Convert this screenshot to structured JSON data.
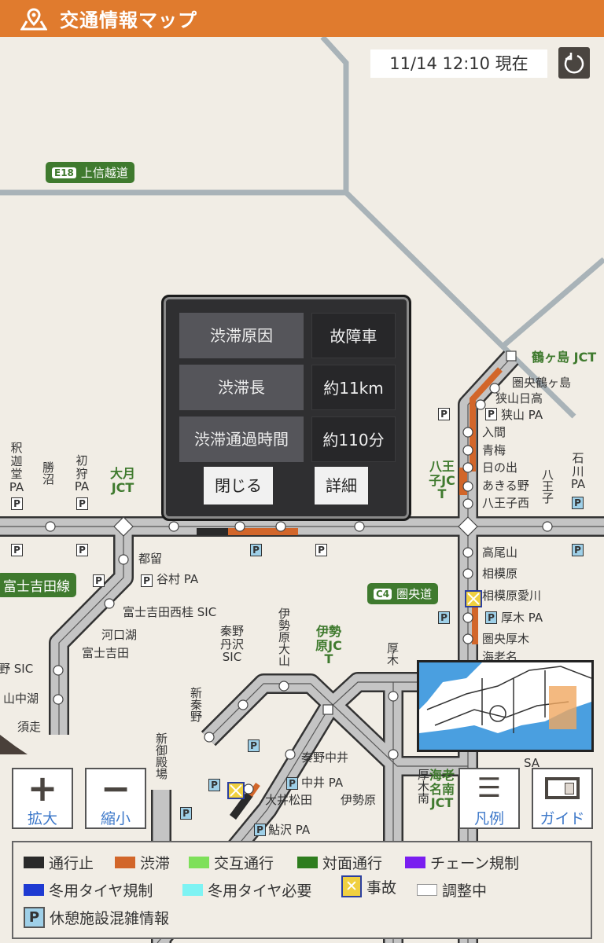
{
  "header": {
    "title": "交通情報マップ",
    "icon": "map-pin-icon"
  },
  "timestamp": "11/14 12:10 現在",
  "refresh_icon": "refresh-icon",
  "popup": {
    "rows": [
      {
        "key": "渋滞原因",
        "value": "故障車"
      },
      {
        "key": "渋滞長",
        "value": "約11km"
      },
      {
        "key": "渋滞通過時間",
        "value": "約110分"
      }
    ],
    "close_label": "閉じる",
    "detail_label": "詳細"
  },
  "road_tags": [
    {
      "code": "E18",
      "name": "上信越道"
    },
    {
      "code": "C4",
      "name": "圏央道"
    },
    {
      "code": "",
      "name": "富士吉田線"
    }
  ],
  "map": {
    "labels": [
      "鶴ヶ島 JCT",
      "圏央鶴ヶ島",
      "狭山日高",
      "狭山 PA",
      "入間",
      "青梅",
      "日の出",
      "あきる野",
      "八王子西",
      "八王子JCT",
      "八王子",
      "石川PA",
      "高尾山",
      "相模原",
      "相模原愛川",
      "厚木 PA",
      "圏央厚木",
      "海老名",
      "釈迦堂PA",
      "勝沼",
      "初狩PA",
      "大月JCT",
      "都留",
      "谷村 PA",
      "富士吉田西桂 SIC",
      "河口湖",
      "富士吉田",
      "野 SIC",
      "山中湖",
      "須走",
      "秦野丹沢SIC",
      "伊勢原大山",
      "伊勢原JCT",
      "厚木",
      "新秦野",
      "新御殿場",
      "秦野中井",
      "中井 PA",
      "大井松田",
      "伊勢原",
      "鮎沢 PA",
      "厚木南",
      "海老名南JCT",
      "SA"
    ]
  },
  "controls": {
    "zoom_in": "拡大",
    "zoom_out": "縮小",
    "legend": "凡例",
    "guide": "ガイド"
  },
  "legend": {
    "items": [
      {
        "label": "通行止",
        "color": "#2a2a2a"
      },
      {
        "label": "渋滞",
        "color": "#d2662a"
      },
      {
        "label": "交互通行",
        "color": "#7ee05a"
      },
      {
        "label": "対面通行",
        "color": "#2e7d1e"
      },
      {
        "label": "チェーン規制",
        "color": "#7a1ef0"
      },
      {
        "label": "冬用タイヤ規制",
        "color": "#1e3ad2"
      },
      {
        "label": "冬用タイヤ必要",
        "color": "#7ef3f3"
      },
      {
        "label": "事故",
        "color": "#f0d040"
      },
      {
        "label": "調整中",
        "color": "#ffffff"
      },
      {
        "label": "休憩施設混雑情報",
        "color": "#9fd0e8"
      }
    ]
  },
  "colors": {
    "header": "#e07b2e",
    "jam": "#d2662a",
    "closed": "#2a2a2a",
    "road_green": "#3f7a2e"
  }
}
